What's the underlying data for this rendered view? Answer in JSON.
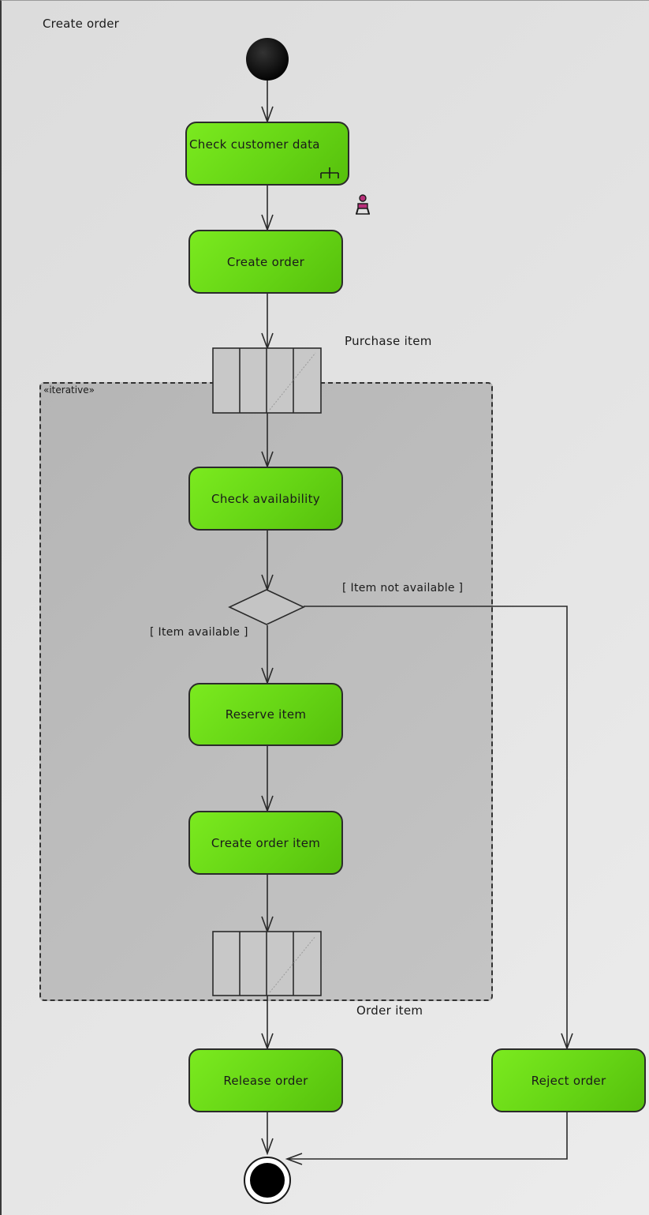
{
  "diagram": {
    "title": "Create order",
    "region": {
      "stereotype": "«iterative»"
    },
    "actions": {
      "check_customer_data": "Check customer data",
      "create_order": "Create order",
      "check_availability": "Check availability",
      "reserve_item": "Reserve item",
      "create_order_item": "Create order item",
      "release_order": "Release order",
      "reject_order": "Reject order"
    },
    "pins": {
      "input": "Purchase item",
      "output": "Order item"
    },
    "guards": {
      "available": "[ Item available ]",
      "not_available": "[ Item not available ]"
    },
    "colors": {
      "action_fill": "#66d515",
      "region_fill": "#bdbdbd",
      "pin_fill": "#c8c8c8"
    }
  }
}
